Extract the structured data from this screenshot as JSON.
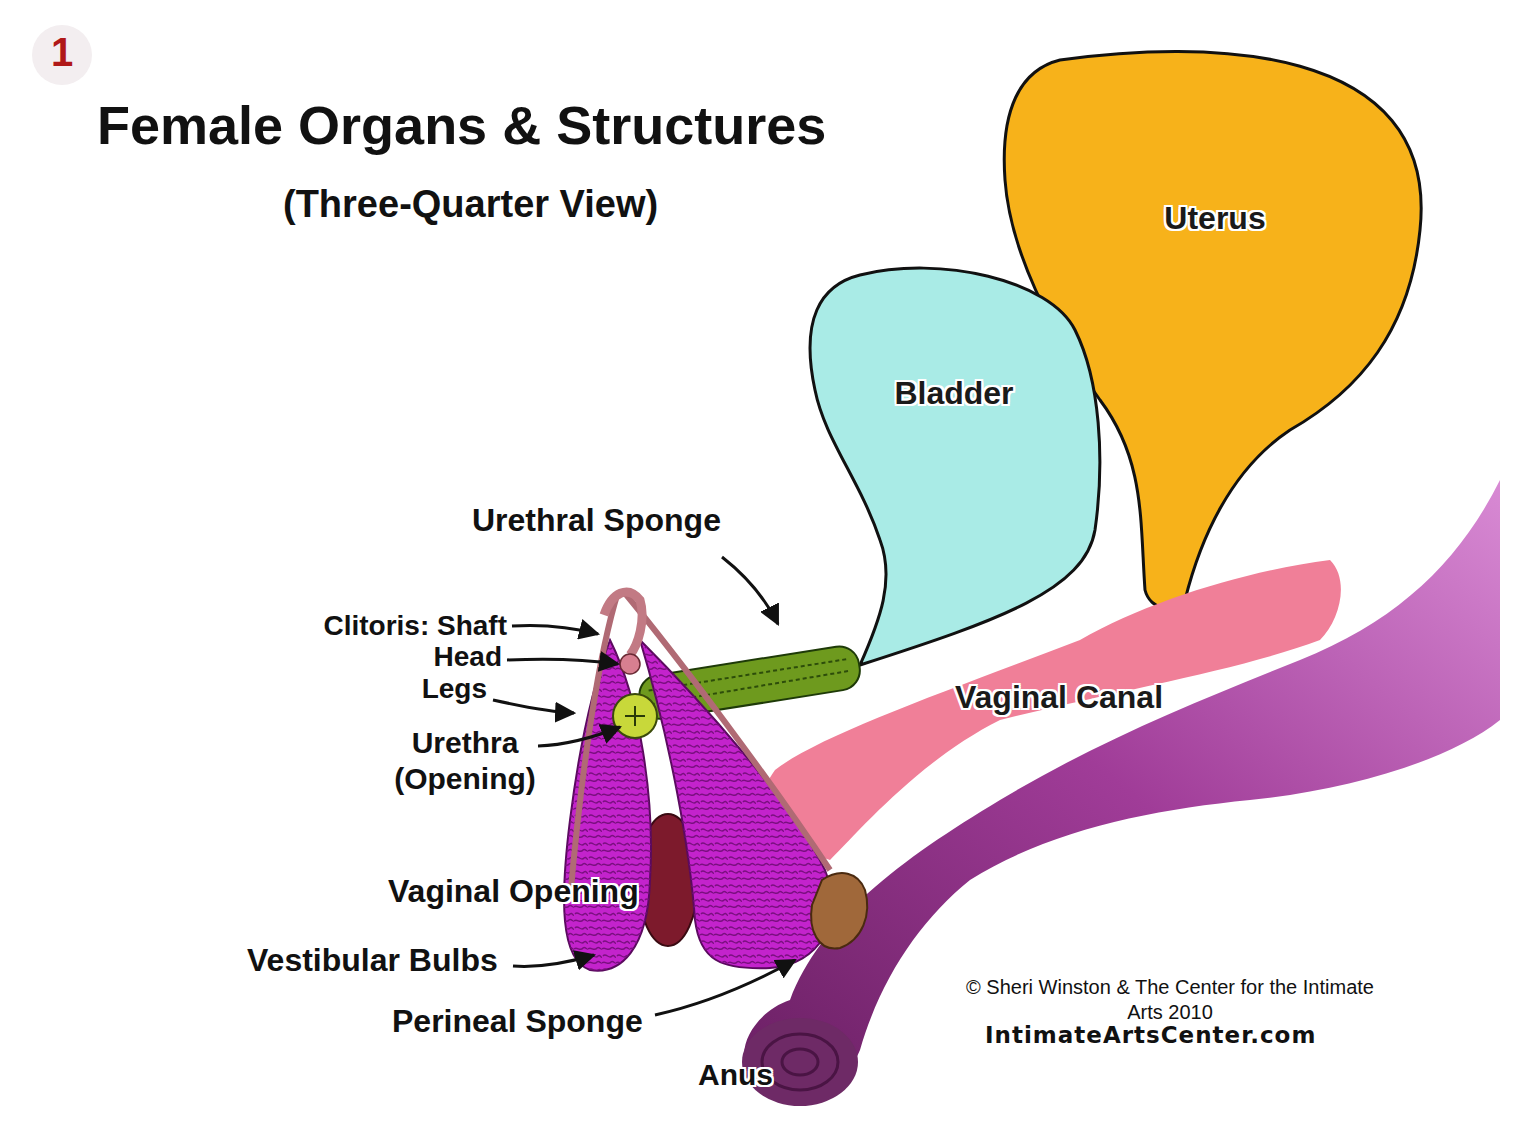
{
  "diagram": {
    "title": "Female Organs & Structures",
    "nodes": [
      {
        "text": [
          "Uterus"
        ]
      },
      {
        "text": [
          "Bladder"
        ]
      },
      {
        "text": [
          "Vaginal Canal"
        ]
      }
    ],
    "labels": [
      "1",
      "(Three-Quarter View)",
      "Urethral Sponge",
      "Clitoris: Shaft",
      "Head",
      "Legs",
      "Urethra (Opening)",
      "Vaginal Opening",
      "Vestibular Bulbs",
      "Perineal Sponge",
      "Anus",
      "© Sheri Winston & The Center for the Intimate Arts 2010",
      "IntimateArtsCenter.com"
    ]
  }
}
